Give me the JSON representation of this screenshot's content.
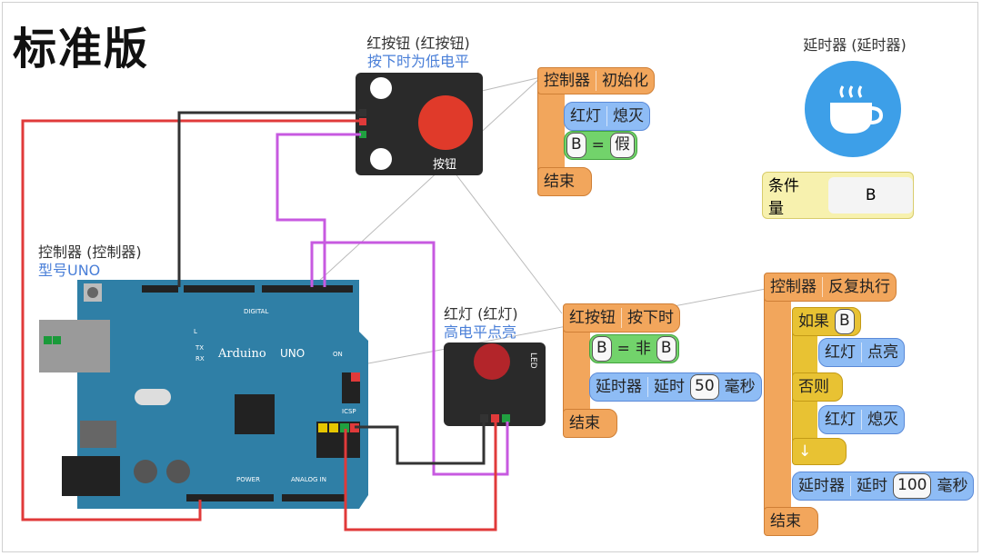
{
  "title": "标准版",
  "button_module": {
    "name": "红按钮 (红按钮)",
    "desc": "按下时为低电平",
    "label": "按钮"
  },
  "controller": {
    "name": "控制器 (控制器)",
    "desc": "型号UNO"
  },
  "led_module": {
    "name": "红灯 (红灯)",
    "desc": "高电平点亮",
    "label": "LED"
  },
  "timer": {
    "name": "延时器 (延时器)",
    "icon": "coffee-cup-icon",
    "color": "#3d9fe8"
  },
  "condition_var": {
    "label": "条件量",
    "value": "B"
  },
  "board": {
    "brand": "Arduino",
    "model": "UNO",
    "digital": "DIGITAL",
    "power": "POWER",
    "analog": "ANALOG IN",
    "icsp": "ICSP",
    "on": "ON",
    "tx": "TX",
    "rx": "RX",
    "l": "L"
  },
  "init_block": {
    "head": "控制器",
    "event": "初始化",
    "s1_obj": "红灯",
    "s1_act": "熄灭",
    "s2_var": "B",
    "s2_eq": "=",
    "s2_val": "假",
    "end": "结束"
  },
  "press_block": {
    "head": "红按钮",
    "event": "按下时",
    "s1_var": "B",
    "s1_eq": "=",
    "s1_not": "非",
    "s1_val": "B",
    "s2_obj": "延时器",
    "s2_act": "延时",
    "s2_num": "50",
    "s2_unit": "毫秒",
    "end": "结束"
  },
  "loop_block": {
    "head": "控制器",
    "event": "反复执行",
    "if": "如果",
    "if_cond": "B",
    "then_obj": "红灯",
    "then_act": "点亮",
    "else": "否则",
    "else_obj": "红灯",
    "else_act": "熄灭",
    "arrow": "↓",
    "d_obj": "延时器",
    "d_act": "延时",
    "d_num": "100",
    "d_unit": "毫秒",
    "end": "结束"
  },
  "colors": {
    "event": "#f2a65c",
    "action": "#8ebcf5",
    "assign": "#72d36b",
    "cond": "#e8c233",
    "wire_red": "#e03a3a",
    "wire_purple": "#c75ae0",
    "wire_black": "#333333"
  }
}
